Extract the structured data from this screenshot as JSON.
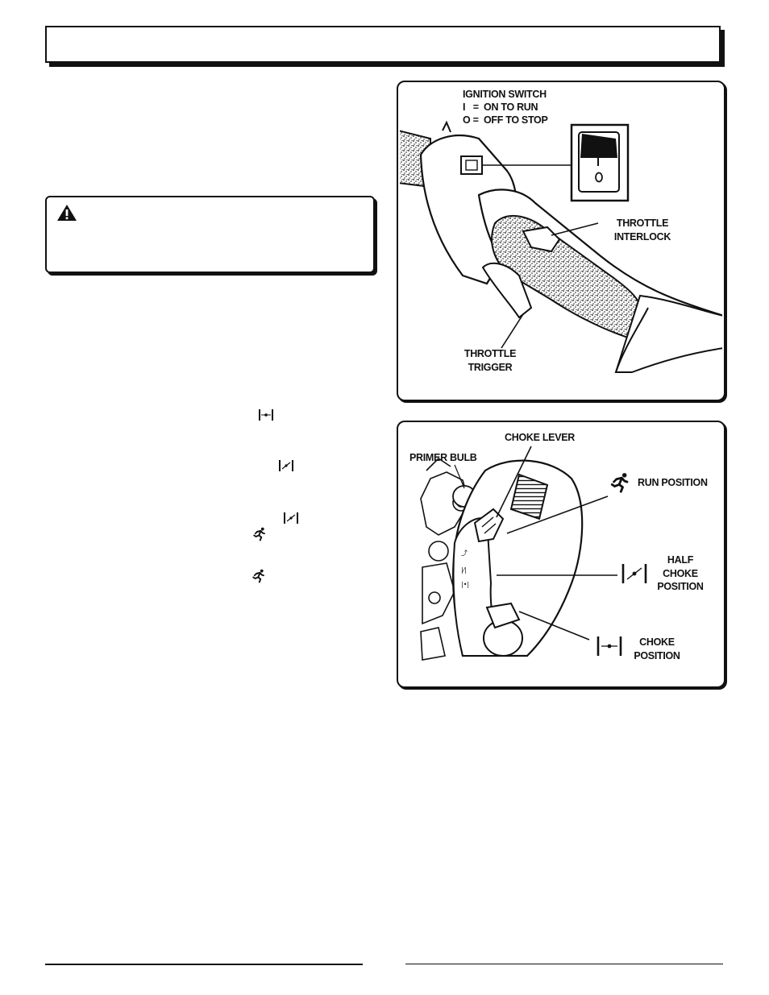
{
  "figure_1": {
    "ignition_switch_title": "IGNITION SWITCH",
    "ignition_on": "I   =  ON TO RUN",
    "ignition_off": "O =  OFF TO STOP",
    "throttle_interlock_line1": "THROTTLE",
    "throttle_interlock_line2": "INTERLOCK",
    "throttle_trigger_line1": "THROTTLE",
    "throttle_trigger_line2": "TRIGGER"
  },
  "figure_2": {
    "choke_lever": "CHOKE LEVER",
    "primer_bulb": "PRIMER BULB",
    "run_position": "RUN POSITION",
    "half_choke_line1": "HALF",
    "half_choke_line2": "CHOKE",
    "half_choke_line3": "POSITION",
    "choke_position_line1": "CHOKE",
    "choke_position_line2": "POSITION"
  },
  "icons": {
    "warning": "warning-triangle-icon",
    "choke": "choke-position-icon",
    "half_choke": "half-choke-icon",
    "run": "run-position-icon"
  }
}
